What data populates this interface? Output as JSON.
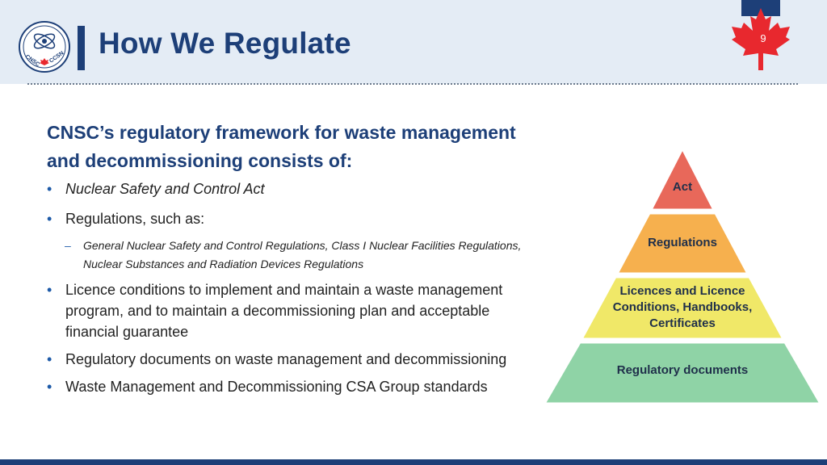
{
  "header": {
    "title": "How We Regulate",
    "logo_text_left": "CNSC",
    "logo_text_right": "CCSN",
    "page_number": "9"
  },
  "content": {
    "heading_line1": "CNSC’s regulatory framework for waste management",
    "heading_line2": "and decommissioning consists of:",
    "bullets": [
      "Nuclear Safety and Control Act",
      "Regulations, such as:",
      "Licence conditions to implement and maintain a waste management",
      "program, and to maintain a decommissioning plan and acceptable",
      "financial guarantee",
      "Regulatory documents on waste management and decommissioning",
      "Waste Management and Decommissioning CSA Group standards"
    ],
    "sub_bullet_line1": "General Nuclear Safety and Control Regulations, Class I Nuclear Facilities Regulations,",
    "sub_bullet_line2": "Nuclear Substances and Radiation Devices Regulations",
    "bullet_glyph": "•",
    "dash_glyph": "–"
  },
  "pyramid": {
    "levels": [
      {
        "label": "Act",
        "color": "#e8685a"
      },
      {
        "label": "Regulations",
        "color": "#f6b04e"
      },
      {
        "label_line1": "Licences and Licence",
        "label_line2": "Conditions, Handbooks,",
        "label_line3": "Certificates",
        "color": "#f0e868"
      },
      {
        "label": "Regulatory documents",
        "color": "#8fd3a6"
      }
    ]
  },
  "colors": {
    "brand_navy": "#1d3f78",
    "header_bg": "#e4ecf5",
    "flag_red": "#e8282e"
  }
}
